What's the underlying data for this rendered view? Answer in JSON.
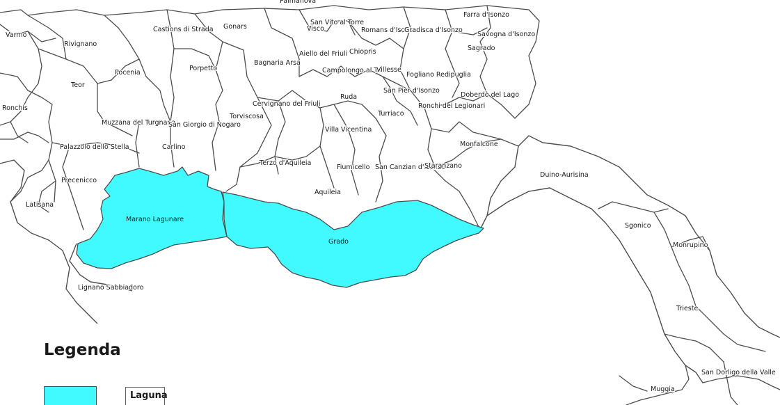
{
  "colors": {
    "lagoon": "#40faff",
    "border": "#4d4d4d",
    "background": "#ffffff"
  },
  "lagoons": [
    {
      "name": "Marano Lagunare"
    },
    {
      "name": "Grado"
    }
  ],
  "municipalities": [
    "Palmanova",
    "San Vito al Torre",
    "Farra d'Isonzo",
    "Varmo",
    "Castions di Strada",
    "Gonars",
    "Visco",
    "Romans d'Isonzo",
    "Gradisca d'Isonzo",
    "Savogna d'Isonzo",
    "Rivignano",
    "Sagrado",
    "Aiello del Friuli",
    "Chiopris",
    "Bagnaria Arsa",
    "Porpetto",
    "Pocenia",
    "Campolongo al Torre",
    "Villesse",
    "Fogliano Redipuglia",
    "Teor",
    "Ruda",
    "San Pier d'Isonzo",
    "Doberdò del Lago",
    "Ronchis",
    "Cervignano del Friuli",
    "Turriaco",
    "Ronchi dei Legionari",
    "Torviscosa",
    "Muzzana del Turgnano",
    "San Giorgio di Nogaro",
    "Villa Vicentina",
    "Palazzolo dello Stella",
    "Carlino",
    "Monfalcone",
    "Terzo d'Aquileia",
    "Fiumicello",
    "San Canzian d'Isonzo",
    "Staranzano",
    "Duino-Aurisina",
    "Precenicco",
    "Aquileia",
    "Latisana",
    "Sgonico",
    "Monrupino",
    "Lignano Sabbiadoro",
    "Trieste",
    "San Dorligo della Valle",
    "Muggia"
  ],
  "legend": {
    "title": "Legenda",
    "items": [
      {
        "label": "Laguna",
        "color": "#40faff"
      }
    ]
  }
}
